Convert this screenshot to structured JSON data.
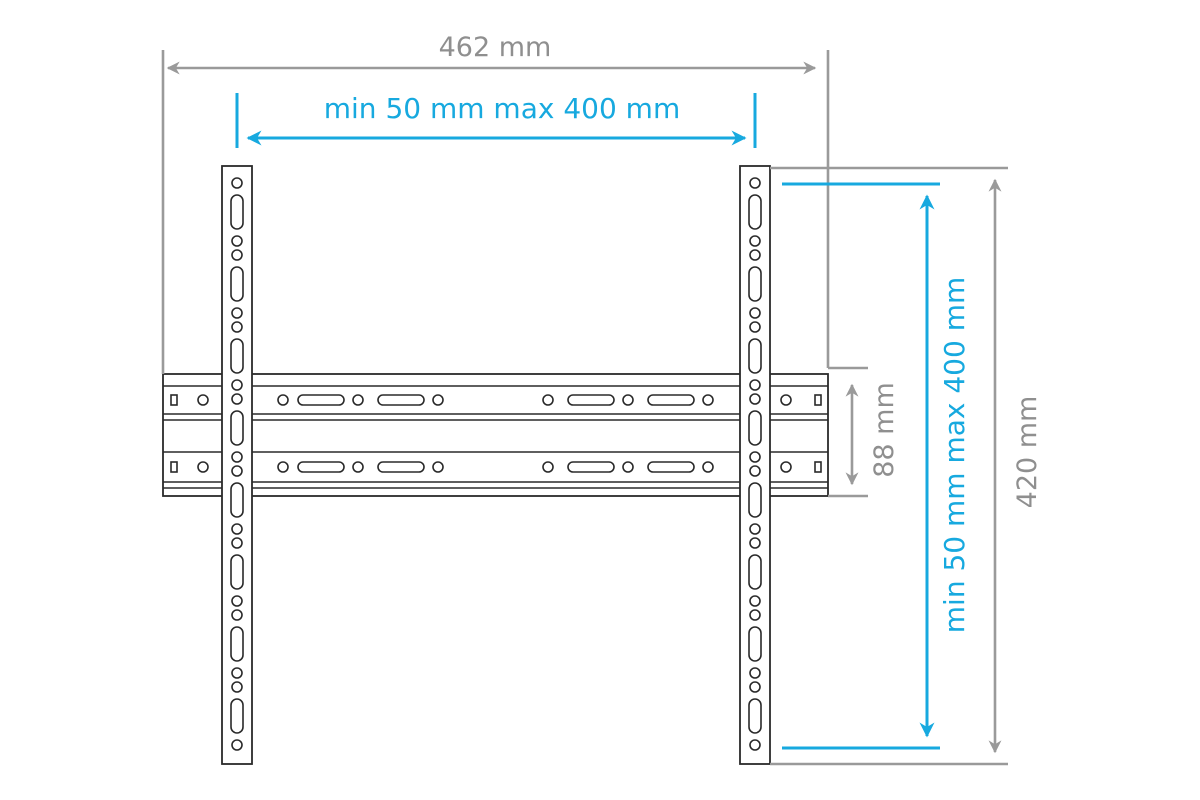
{
  "dimensions": {
    "overall_width": "462 mm",
    "horizontal_vesa": "min 50 mm max 400 mm",
    "rail_height": "88 mm",
    "vertical_vesa": "min 50 mm max 400 mm",
    "overall_height": "420 mm"
  },
  "colors": {
    "dimension_gray": "#9a9a9a",
    "dimension_cyan": "#17a9df",
    "outline": "#2a2a2a"
  }
}
